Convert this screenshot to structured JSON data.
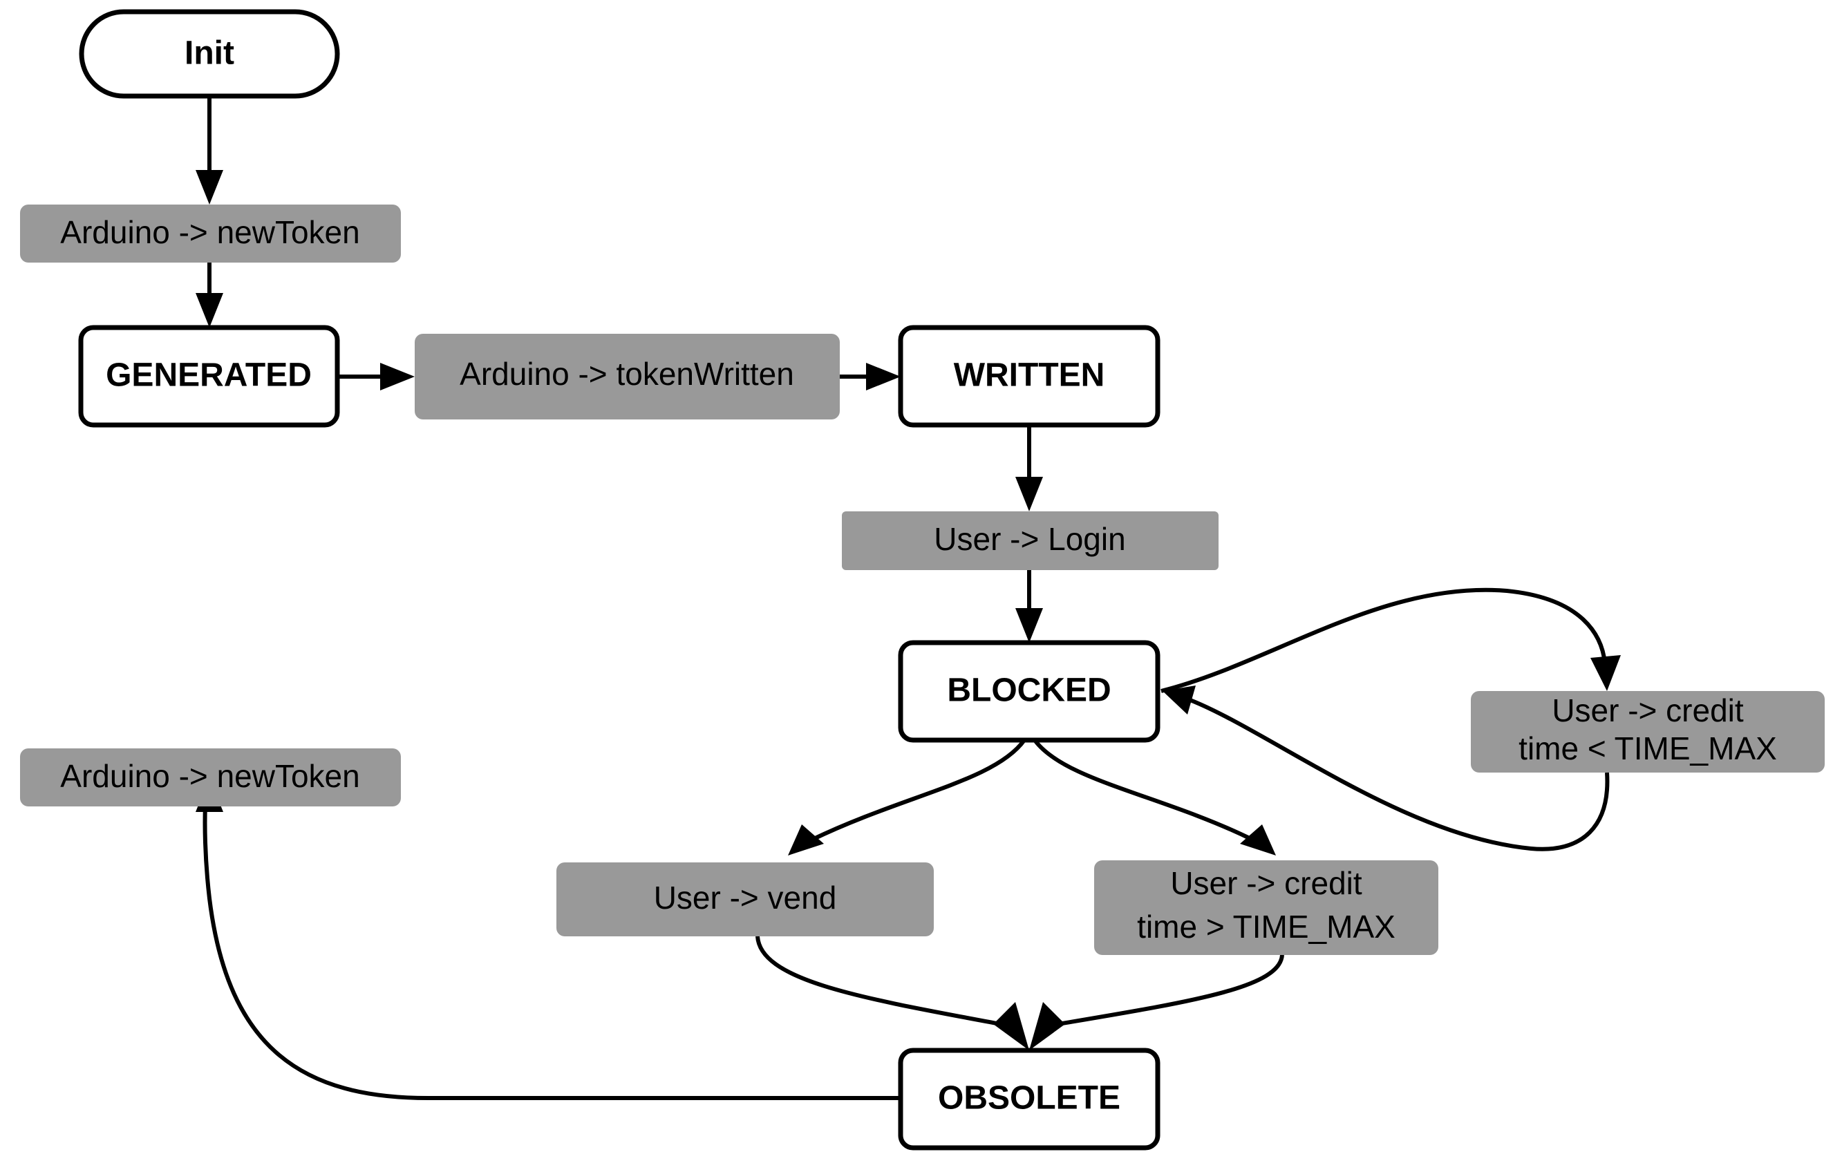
{
  "diagram": {
    "type": "state-machine",
    "background_color": "#ffffff",
    "state_fill": "#ffffff",
    "state_stroke": "#000000",
    "transition_label_fill": "#999999",
    "transition_label_text_color": "#000000",
    "states": [
      {
        "id": "init",
        "label": "Init",
        "shape": "pill"
      },
      {
        "id": "generated",
        "label": "GENERATED",
        "shape": "rounded-rect"
      },
      {
        "id": "written",
        "label": "WRITTEN",
        "shape": "rounded-rect"
      },
      {
        "id": "blocked",
        "label": "BLOCKED",
        "shape": "rounded-rect"
      },
      {
        "id": "obsolete",
        "label": "OBSOLETE",
        "shape": "rounded-rect"
      }
    ],
    "transitions": [
      {
        "id": "t1",
        "from": "init",
        "to": "generated",
        "label_line1": "Arduino -> newToken",
        "label_line2": ""
      },
      {
        "id": "t2",
        "from": "generated",
        "to": "written",
        "label_line1": "Arduino -> tokenWritten",
        "label_line2": ""
      },
      {
        "id": "t3",
        "from": "written",
        "to": "blocked",
        "label_line1": "User -> Login",
        "label_line2": ""
      },
      {
        "id": "t4",
        "from": "blocked",
        "to": "blocked",
        "label_line1": "User -> credit",
        "label_line2": "time < TIME_MAX"
      },
      {
        "id": "t5",
        "from": "blocked",
        "to": "obsolete",
        "label_line1": "User -> vend",
        "label_line2": ""
      },
      {
        "id": "t6",
        "from": "blocked",
        "to": "obsolete",
        "label_line1": "User -> credit",
        "label_line2": "time > TIME_MAX"
      },
      {
        "id": "t7",
        "from": "obsolete",
        "to": "generated",
        "label_line1": "Arduino -> newToken",
        "label_line2": ""
      }
    ]
  }
}
